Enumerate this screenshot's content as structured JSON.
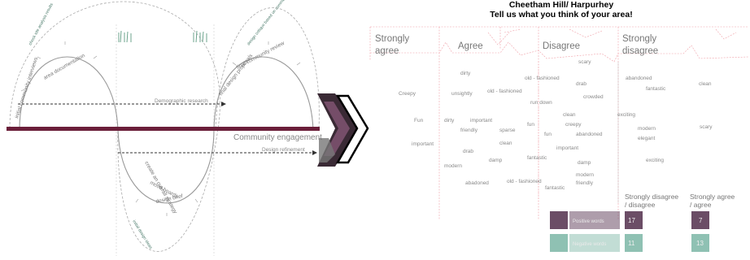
{
  "process": {
    "community_engagement": "Community engagement",
    "demographic_research": "Demographic research",
    "design_refinement": "Design refinement",
    "initial_community_interviews": "initial community interviews",
    "area_documentation": "area documentation",
    "check_site_analysis": "check site analysis results",
    "design_proposals": "final design proposals",
    "community_review": "final community review",
    "design_critique": "design critique based on community results",
    "create_brief": "create an overall strategy",
    "mood_boards": "mood boards",
    "design_brief": "design brief",
    "initial_design_ideas": "initial design ideas"
  },
  "survey": {
    "title_line1": "Cheetham Hill/ Harpurhey",
    "title_line2": "Tell us what you think of your area!",
    "headers": {
      "strongly_agree": [
        "Strongly",
        "agree"
      ],
      "agree": "Agree",
      "disagree": "Disagree",
      "strongly_disagree": [
        "Strongly",
        "disagree"
      ]
    },
    "words": {
      "w1": "scary",
      "w2": "dirty",
      "w3": "old - fashioned",
      "w4": "drab",
      "w5": "abandoned",
      "w6": "clean",
      "w7": "fantastic",
      "w8": "Creepy",
      "w9": "unsightly",
      "w10": "old - fashioned",
      "w11": "crowded",
      "w12": "run down",
      "w13": "clean",
      "w14": "exciting",
      "w15": "Fun",
      "w16": "dirty",
      "w17": "important",
      "w18": "creepy",
      "w19": "fun",
      "w20": "modern",
      "w21": "scary",
      "w22": "friendly",
      "w23": "sparse",
      "w24": "fun",
      "w25": "abandoned",
      "w26": "elegant",
      "w27": "clean",
      "w28": "important",
      "w29": "important",
      "w30": "drab",
      "w31": "fantastic",
      "w32": "damp",
      "w33": "damp",
      "w34": "exciting",
      "w35": "modern",
      "w36": "modern",
      "w37": "abadoned",
      "w38": "old - fashioned",
      "w39": "friendly",
      "w40": "fantastic"
    },
    "summary": {
      "col1_header": [
        "Strongly disagree",
        "/ disagree"
      ],
      "col2_header": [
        "Strongly agree",
        "/ agree"
      ],
      "positive_label": "Positive words",
      "negative_label": "Negative words",
      "positive_disagree": "17",
      "positive_agree": "7",
      "negative_disagree": "11",
      "negative_agree": "13",
      "positive_color": "#6b4d66",
      "negative_color": "#8fc1b3"
    }
  }
}
